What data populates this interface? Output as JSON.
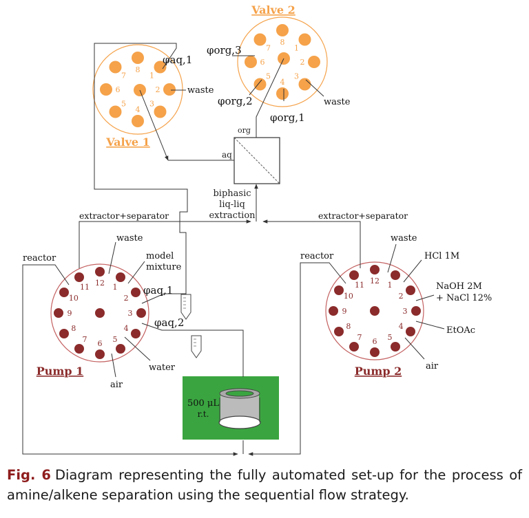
{
  "colors": {
    "valve": "#f5a24a",
    "pump": "#8b2b2b",
    "pump_ring": "#c46060",
    "reactor_bg": "#3aa540",
    "line": "#333333",
    "caption_label": "#8f1d1d"
  },
  "valve1": {
    "title": "Valve 1",
    "ports": [
      "1",
      "2",
      "3",
      "4",
      "5",
      "6",
      "7",
      "8"
    ],
    "connections": {
      "aq1": "φaq,1",
      "waste": "waste"
    }
  },
  "valve2": {
    "title": "Valve 2",
    "ports": [
      "1",
      "2",
      "3",
      "4",
      "5",
      "6",
      "7",
      "8"
    ],
    "connections": {
      "org3": "φorg,3",
      "org2": "φorg,2",
      "org1": "φorg,1",
      "waste": "waste"
    }
  },
  "separator": {
    "org_label": "org",
    "aq_label": "aq",
    "caption_lines": [
      "biphasic",
      "liq-liq",
      "extraction"
    ]
  },
  "lines": {
    "extractor_left": "extractor+separator",
    "extractor_right": "extractor+separator"
  },
  "pump1": {
    "title": "Pump 1",
    "ports": [
      "1",
      "2",
      "3",
      "4",
      "5",
      "6",
      "7",
      "8",
      "9",
      "10",
      "11",
      "12"
    ],
    "connections": {
      "reactor": "reactor",
      "waste": "waste",
      "model_mixture": [
        "model",
        "mixture"
      ],
      "aq1": "φaq,1",
      "aq2": "φaq,2",
      "water": "water",
      "air": "air"
    }
  },
  "pump2": {
    "title": "Pump 2",
    "ports": [
      "1",
      "2",
      "3",
      "4",
      "5",
      "6",
      "7",
      "8",
      "9",
      "10",
      "11",
      "12"
    ],
    "connections": {
      "reactor": "reactor",
      "waste": "waste",
      "hcl": "HCl 1M",
      "naoh": [
        "NaOH 2M",
        "+ NaCl 12%"
      ],
      "etoac": "EtOAc",
      "air": "air"
    }
  },
  "reactor": {
    "volume": "500 μL",
    "temperature": "r.t."
  },
  "caption": {
    "label": "Fig. 6",
    "text": "Diagram representing the fully automated set-up for the process of amine/alkene separation using the sequential flow strategy."
  }
}
